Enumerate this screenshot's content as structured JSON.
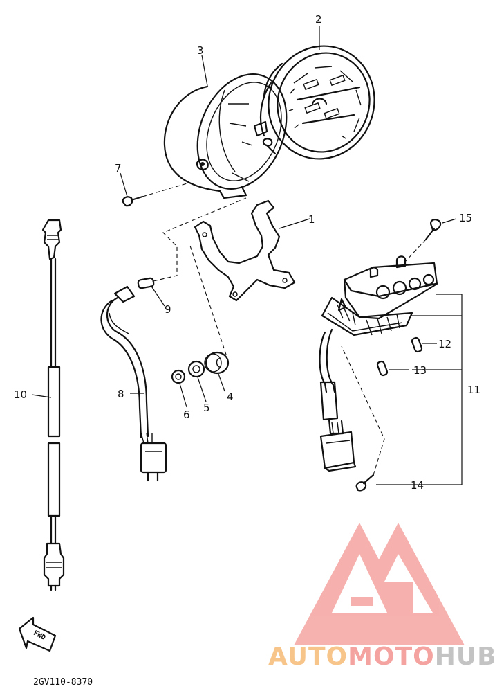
{
  "diagram": {
    "callouts": [
      "1",
      "2",
      "3",
      "4",
      "5",
      "6",
      "7",
      "8",
      "9",
      "10",
      "11",
      "12",
      "13",
      "14",
      "15"
    ],
    "fwd_label": "FWD",
    "drawing_code": "2GV110-8370"
  },
  "watermark": {
    "word_a": "AUTO",
    "word_b": "MOTO",
    "word_c": "HUB",
    "color_a": "#f7c48a",
    "color_b": "#f4a3a0",
    "color_c": "#c3c3c3",
    "logo_color": "#f5a4a1"
  }
}
